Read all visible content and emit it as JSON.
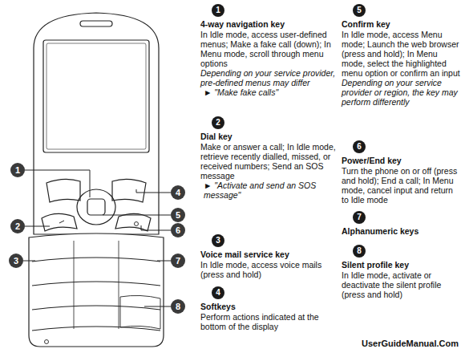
{
  "diagram": {
    "nodes": [
      {
        "text": [
          "1"
        ]
      },
      {
        "text": [
          "2"
        ]
      },
      {
        "text": [
          "3"
        ]
      },
      {
        "text": [
          "4"
        ]
      },
      {
        "text": [
          "5"
        ]
      },
      {
        "text": [
          "6"
        ]
      },
      {
        "text": [
          "7"
        ]
      },
      {
        "text": [
          "8"
        ]
      },
      {
        "text": [
          "1"
        ]
      },
      {
        "text": [
          "2"
        ]
      },
      {
        "text": [
          "3"
        ]
      },
      {
        "text": [
          "4"
        ]
      },
      {
        "text": [
          "5"
        ]
      },
      {
        "text": [
          "6"
        ]
      },
      {
        "text": [
          "7"
        ]
      },
      {
        "text": [
          "8"
        ]
      }
    ],
    "labels": [
      "4-way navigation key",
      "In Idle mode, access user-defined menus; Make a fake call (down); In Menu mode, scroll through menu options",
      "Depending on your service provider, pre-defined menus may differ",
      "► \"Make fake calls\"",
      "Dial key",
      "Make or answer a call; In Idle mode, retrieve recently dialled, missed, or received numbers; Send an SOS message",
      "► \"Activate and send an SOS message\"",
      "Voice mail service key",
      "In Idle mode, access voice mails (press and hold)",
      "Softkeys",
      "Perform actions indicated at the bottom of the display",
      "Confirm key",
      "In Idle mode, access Menu mode; Launch the web browser (press and hold); In Menu mode, select the highlighted menu option or confirm an input",
      "Depending on your service provider or region, the key may perform differently",
      "Power/End key",
      "Turn the phone on or off (press and hold); End a call; In Menu mode, cancel input and return to Idle mode",
      "Alphanumeric keys",
      "Silent profile key",
      "In Idle mode, activate or deactivate the silent profile (press and hold)",
      "UserGuideManual.Com"
    ]
  }
}
